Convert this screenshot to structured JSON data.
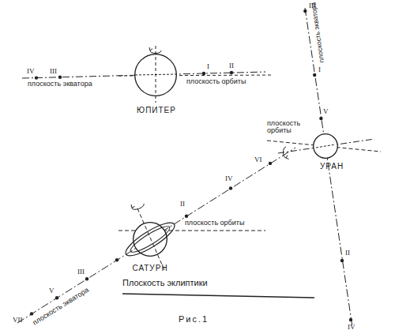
{
  "diagram": {
    "caption": "Рис.1",
    "nodes": [
      {
        "text": [
          "ЮПИТЕР"
        ]
      },
      {
        "text": [
          "САТУРН"
        ]
      },
      {
        "text": [
          "УРАН"
        ]
      }
    ],
    "labels": [
      "IV",
      "III",
      "плоскость экватора",
      "I",
      "II",
      "плоскость орбиты",
      "III",
      "плоскость экватора",
      "I",
      "V",
      "плоскость орбиты",
      "II",
      "IV",
      "VI",
      "IV",
      "II",
      "плоскость орбиты",
      "V",
      "III",
      "VII",
      "плоскость экватора",
      "Плоскость эклиптики"
    ]
  }
}
